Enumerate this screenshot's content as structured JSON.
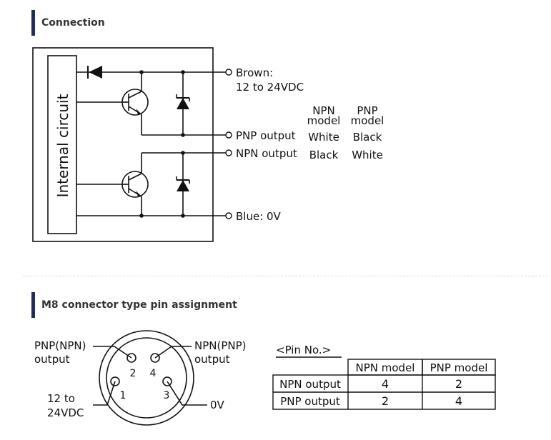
{
  "section1": {
    "title": "Connection"
  },
  "section2": {
    "title": "M8 connector type pin assignment"
  },
  "circuit": {
    "internal_label": "Internal circuit",
    "brown_line1": "Brown:",
    "brown_line2": "12 to 24VDC",
    "pnp_output": "PNP output",
    "npn_output": "NPN output",
    "blue": "Blue: 0V",
    "col_npn_line1": "NPN",
    "col_npn_line2": "model",
    "col_pnp_line1": "PNP",
    "col_pnp_line2": "model",
    "pnp_row_npn_model": "White",
    "pnp_row_pnp_model": "Black",
    "npn_row_npn_model": "Black",
    "npn_row_pnp_model": "White"
  },
  "connector": {
    "label_pnp_npn_line1": "PNP(NPN)",
    "label_pnp_npn_line2": "output",
    "label_npn_pnp_line1": "NPN(PNP)",
    "label_npn_pnp_line2": "output",
    "label_supply_line1": "12 to",
    "label_supply_line2": "24VDC",
    "label_0v": "0V",
    "pin1": "1",
    "pin2": "2",
    "pin3": "3",
    "pin4": "4"
  },
  "pin_table": {
    "caption": "<Pin No.>",
    "headers": [
      "",
      "NPN model",
      "PNP model"
    ],
    "rows": [
      {
        "label": "NPN output",
        "npn": "4",
        "pnp": "2"
      },
      {
        "label": "PNP output",
        "npn": "2",
        "pnp": "4"
      }
    ]
  }
}
